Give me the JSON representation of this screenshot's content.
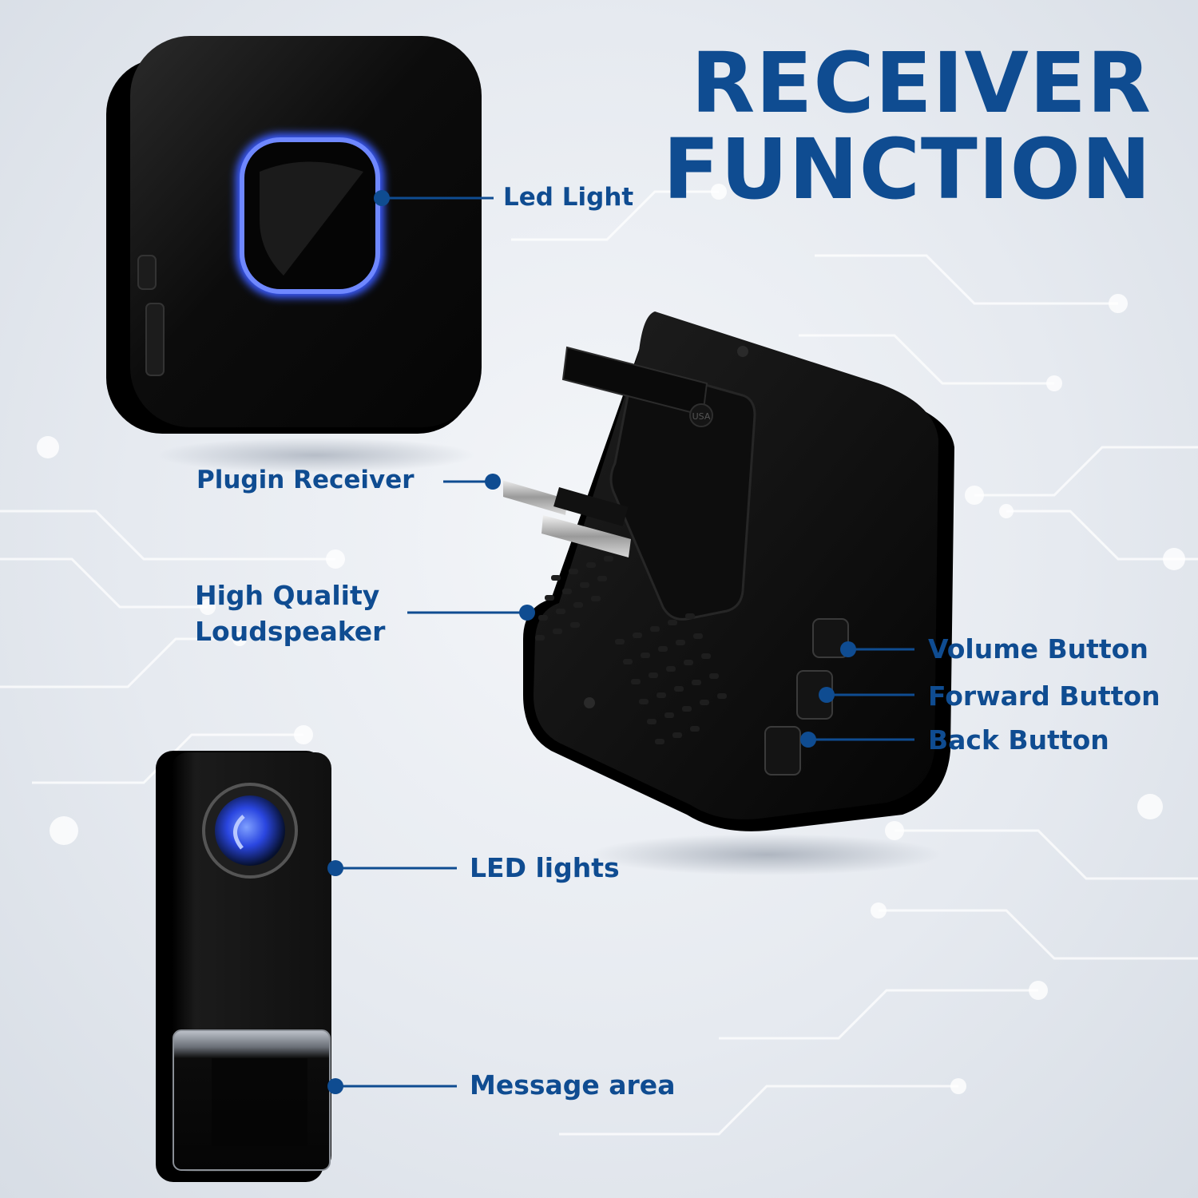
{
  "title": {
    "line1": "RECEIVER",
    "line2": "FUNCTION"
  },
  "labels": {
    "led_light": "Led Light",
    "plugin_receiver": "Plugin Receiver",
    "loudspeaker_line1": "High Quality",
    "loudspeaker_line2": "Loudspeaker",
    "volume_button": "Volume Button",
    "forward_button": "Forward Button",
    "back_button": "Back Button",
    "led_lights": "LED lights",
    "message_area": "Message area"
  },
  "plug_marking": "USA",
  "colors": {
    "title_blue": "#0f4c91",
    "callout_dot": "#0f4c91",
    "led_glow": "#3a5bff",
    "device_black": "#0b0b0b",
    "background": "#e8ecf1"
  }
}
